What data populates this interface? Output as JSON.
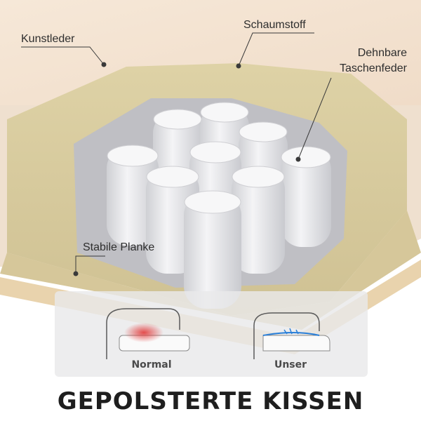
{
  "labels": {
    "leather": "Kunstleder",
    "foam": "Schaumstoff",
    "spring_line1": "Dehnbare",
    "spring_line2": "Taschenfeder",
    "plank": "Stabile Planke"
  },
  "comparison": {
    "normal_label": "Normal",
    "ours_label": "Unser"
  },
  "title": "GEPOLSTERTE KISSEN",
  "colors": {
    "leather": "#f5e6d6",
    "foam": "#d9cda0",
    "foam_dark": "#c4b685",
    "spring": "#e8e8ea",
    "heat": "#e23a3a",
    "cool": "#2a7fd8"
  }
}
